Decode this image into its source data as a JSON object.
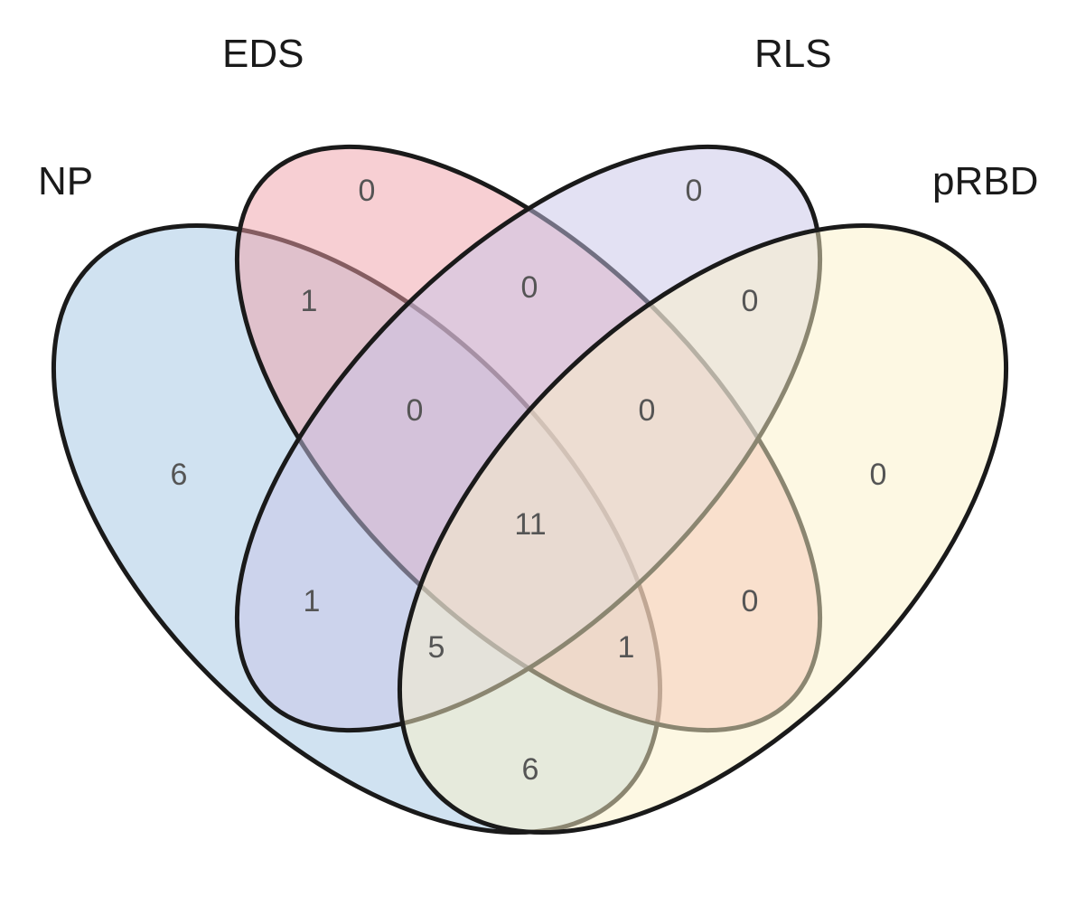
{
  "sets": [
    {
      "id": "NP",
      "label": "NP",
      "color": "#a9cbe6"
    },
    {
      "id": "EDS",
      "label": "EDS",
      "color": "#f0a0a8"
    },
    {
      "id": "RLS",
      "label": "RLS",
      "color": "#c8c4e8"
    },
    {
      "id": "pRBD",
      "label": "pRBD",
      "color": "#fbf2c8"
    }
  ],
  "regions": {
    "np_only": "6",
    "eds_only": "0",
    "rls_only": "0",
    "prbd_only": "0",
    "np_eds": "1",
    "eds_rls": "0",
    "rls_prbd": "0",
    "np_eds_rls": "0",
    "eds_rls_prbd": "0",
    "all_four": "11",
    "np_rls": "1",
    "eds_prbd": "0",
    "np_rls_prbd": "5",
    "np_eds_prbd": "1",
    "np_prbd": "6"
  }
}
